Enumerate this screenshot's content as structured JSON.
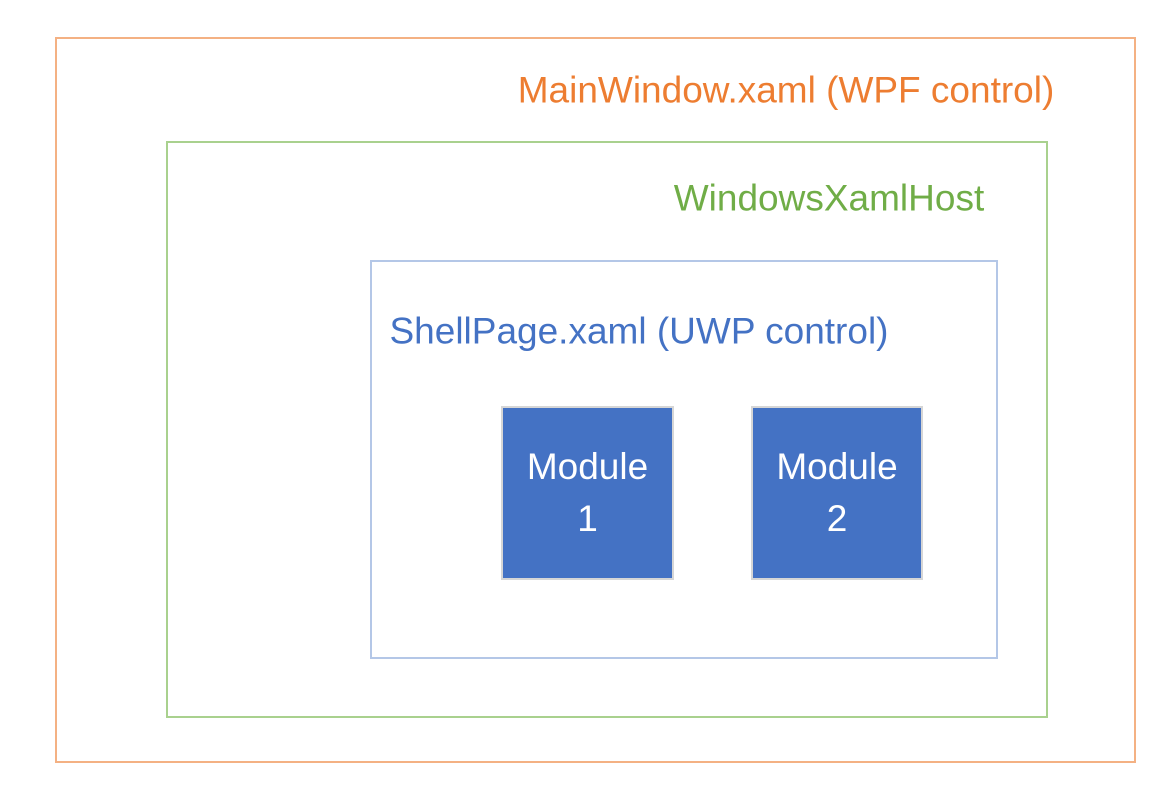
{
  "diagram": {
    "main_window": {
      "label": "MainWindow.xaml (WPF control)",
      "text_color": "#ED7D31",
      "border_color": "#F4B183"
    },
    "xaml_host": {
      "label": "WindowsXamlHost",
      "text_color": "#70AD47",
      "border_color": "#A9D18E"
    },
    "shell_page": {
      "label": "ShellPage.xaml (UWP control)",
      "text_color": "#4472C4",
      "border_color": "#B4C7E7"
    },
    "modules": [
      {
        "line1": "Module",
        "line2": "1"
      },
      {
        "line1": "Module",
        "line2": "2"
      }
    ],
    "module_style": {
      "fill_color": "#4472C4",
      "border_color": "#D6D6D6",
      "text_color": "#FFFFFF"
    },
    "background_color": "#FFFFFF"
  }
}
